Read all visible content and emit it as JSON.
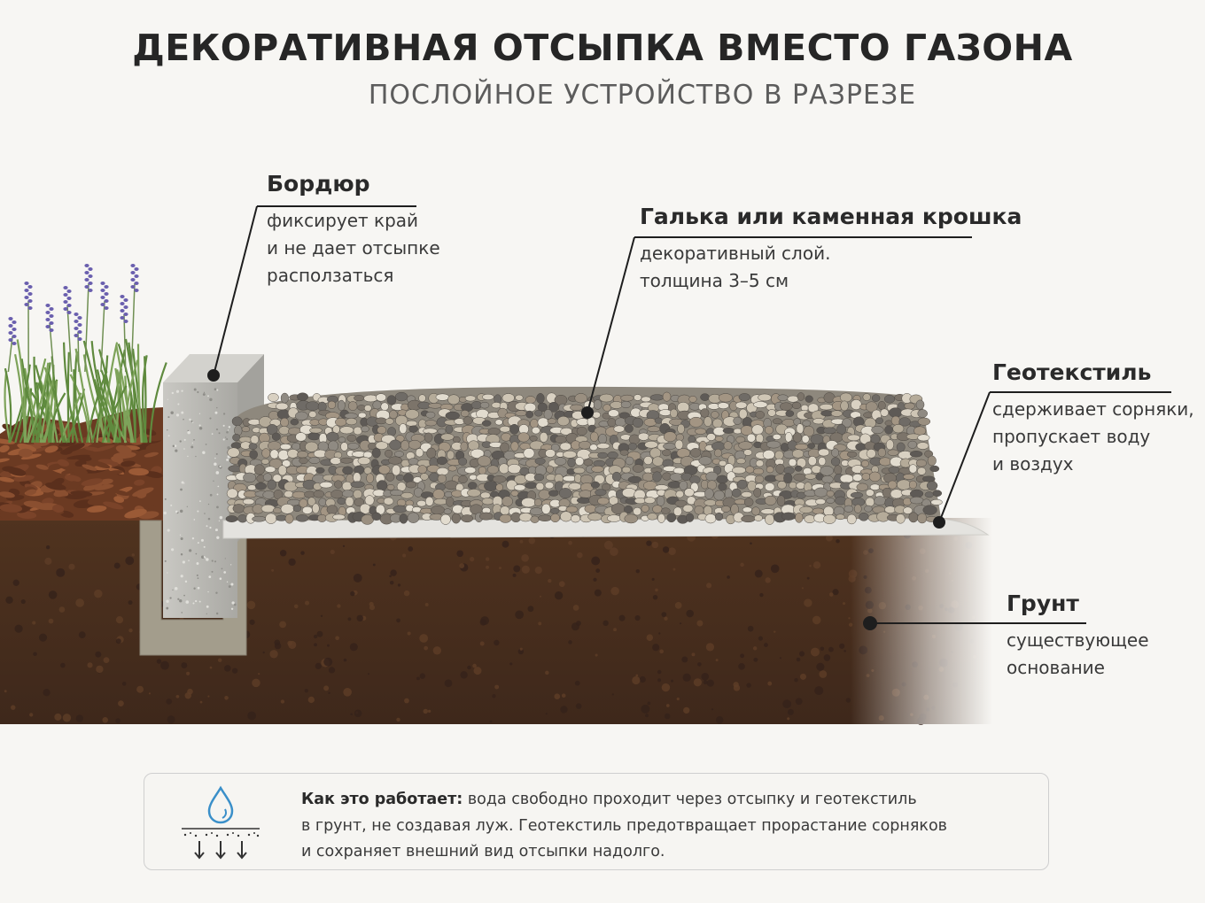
{
  "header": {
    "title": "ДЕКОРАТИВНАЯ ОТСЫПКА ВМЕСТО ГАЗОНА",
    "subtitle": "ПОСЛОЙНОЕ УСТРОЙСТВО В РАЗРЕЗЕ"
  },
  "layers": {
    "border": {
      "title": "Бордюр",
      "desc": [
        "фиксирует край",
        "и не дает отсыпке",
        "расползаться"
      ]
    },
    "gravel": {
      "title": "Галька или каменная крошка",
      "desc": [
        "декоративный слой.",
        "толщина 3–5 см"
      ]
    },
    "geotextile": {
      "title": "Геотекстиль",
      "desc": [
        "сдерживает сорняки,",
        "пропускает воду",
        "и воздух"
      ]
    },
    "soil": {
      "title": "Грунт",
      "desc": [
        "существующее",
        "основание"
      ]
    }
  },
  "info": {
    "lead": "Как это работает:",
    "text_line1": " вода свободно проходит через отсыпку и геотекстиль",
    "text_line2": "в грунт, не создавая луж. Геотекстиль предотвращает прорастание сорняков",
    "text_line3": "и сохраняет внешний вид отсыпки надолго."
  },
  "icons": {
    "info_icon": "water-drop-drainage-icon",
    "plant": "lavender-bush",
    "mulch": "bark-mulch"
  },
  "colors": {
    "soil": "#4a2f20",
    "mulch": "#6b3a22",
    "geotextile": "#e4e3df",
    "curb": "#b9b8b3",
    "leader_line": "#1e1e1e",
    "lavender": "#6a5fae",
    "foliage": "#5f8a3e"
  }
}
